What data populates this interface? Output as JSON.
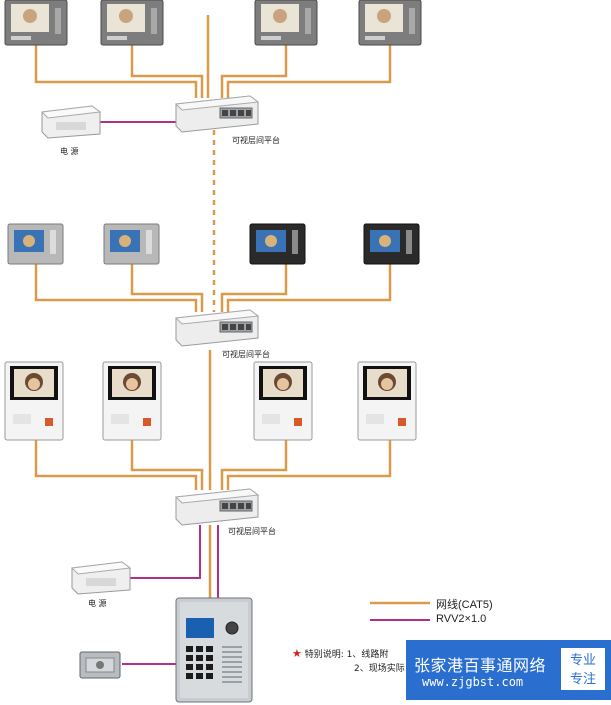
{
  "labels": {
    "platform": "可视层间平台",
    "power": "电  源"
  },
  "legend": {
    "network_cable": "网线(CAT5)",
    "rvv_cable": "RVV2×1.0"
  },
  "note": {
    "title": "特别说明:",
    "line1": "1、线路附",
    "line2": "2、现场实际"
  },
  "watermark": {
    "name": "张家港百事通网络",
    "url": "www.zjgbst.com",
    "slogan_line1": "专业",
    "slogan_line2": "专注"
  },
  "colors": {
    "network_cable": "#d99a4a",
    "rvv_cable": "#b0308a",
    "monitor_frame": "#8a8a8a",
    "legend_star": "#d42020",
    "watermark_bg": "#2a6fd0"
  }
}
